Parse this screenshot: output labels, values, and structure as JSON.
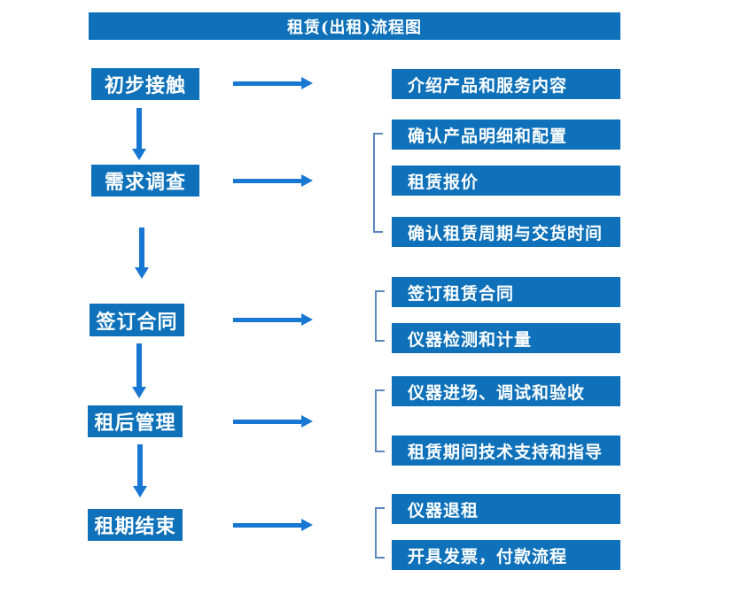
{
  "title": "租赁(出租)流程图",
  "colors": {
    "box_fill": "#0e71ba",
    "arrow": "#1777d2",
    "bracket": "#5b87bd",
    "text": "#ffffff",
    "background": "#ffffff"
  },
  "steps": [
    {
      "label": "初步接触",
      "details": [
        "介绍产品和服务内容"
      ]
    },
    {
      "label": "需求调查",
      "details": [
        "确认产品明细和配置",
        "租赁报价",
        "确认租赁周期与交货时间"
      ]
    },
    {
      "label": "签订合同",
      "details": [
        "签订租赁合同",
        "仪器检测和计量"
      ]
    },
    {
      "label": "租后管理",
      "details": [
        "仪器进场、调试和验收",
        "租赁期间技术支持和指导"
      ]
    },
    {
      "label": "租期结束",
      "details": [
        "仪器退租",
        "开具发票，付款流程"
      ]
    }
  ]
}
